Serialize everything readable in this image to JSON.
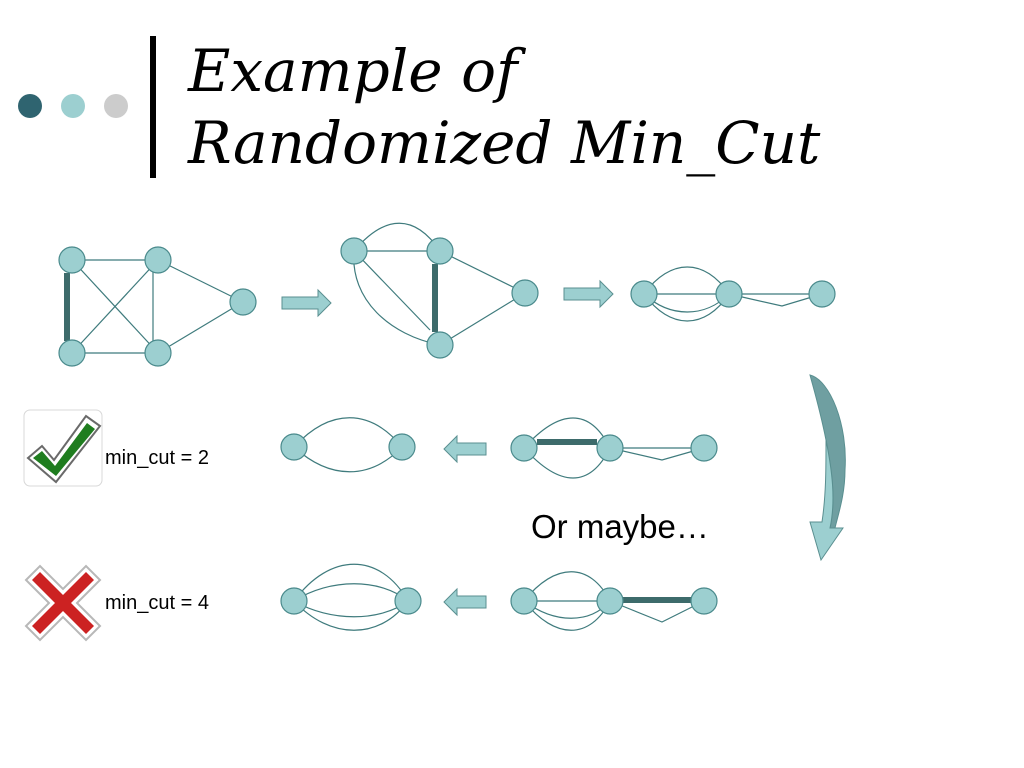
{
  "title": {
    "line1": "Example of",
    "line2": "Randomized Min_Cut"
  },
  "labels": {
    "success": "min_cut = 2",
    "failure": "min_cut = 4",
    "alternative": "Or maybe…"
  },
  "icons": {
    "bullets": [
      "dot-icon",
      "dot-icon",
      "dot-icon"
    ],
    "success": "checkmark-icon",
    "failure": "x-mark-icon",
    "flow": [
      "arrow-right-icon",
      "arrow-right-icon",
      "curved-arrow-down-icon",
      "arrow-left-icon",
      "arrow-left-icon"
    ]
  },
  "colors": {
    "node_fill": "#9ccfd0",
    "node_stroke": "#4a8a8c",
    "edge": "#3f7b7d",
    "contract_edge": "#3d6b6b",
    "arrow_fill": "#9ccfd0",
    "dot_dark": "#2f6470",
    "dot_mid": "#9ccfd0",
    "dot_light": "#cccccc",
    "check": "#1f7d1f",
    "cross": "#cc2222"
  }
}
